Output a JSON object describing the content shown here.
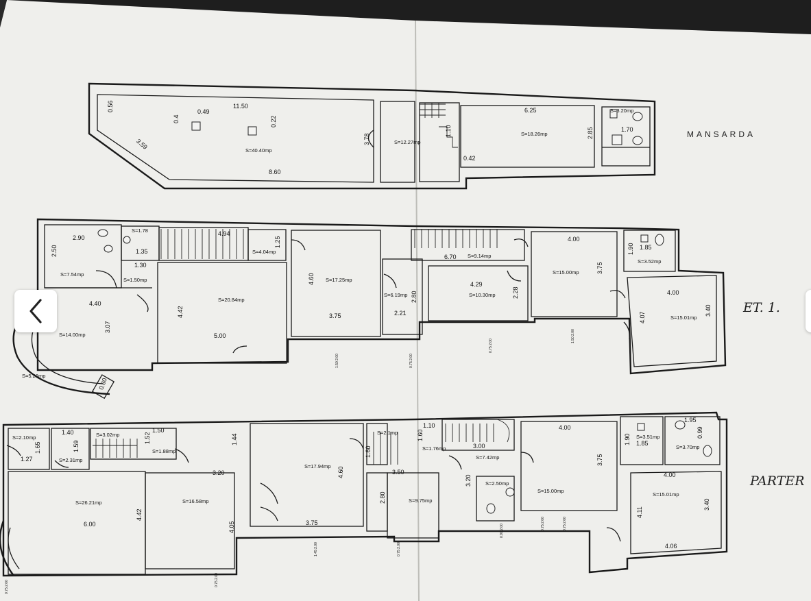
{
  "floors": {
    "mansarda": {
      "title": "MANSARDA",
      "areas": [
        "S=40.40mp",
        "S=12.27mp",
        "S=18.26mp",
        "S=3.20mp"
      ],
      "dims": [
        "11.50",
        "0.56",
        "0.49",
        "0.4",
        "0.22",
        "3.59",
        "8.60",
        "3.78",
        "1.10",
        "0.42",
        "6.25",
        "2.85",
        "1.70"
      ]
    },
    "et1": {
      "title": "ET. 1.",
      "areas": [
        "S=7.54mp",
        "S=1.78",
        "S=1.50mp",
        "S=20.84mp",
        "S=4.04mp",
        "S=17.25mp",
        "S=9.14mp",
        "S=6.19mp",
        "S=10.30mp",
        "S=15.00mp",
        "S=3.52mp",
        "S=15.01mp",
        "S=14.00mp",
        "S=5.26mp"
      ],
      "dims": [
        "2.90",
        "2.50",
        "1.35",
        "1.30",
        "4.94",
        "1.25",
        "4.40",
        "3.07",
        "4.42",
        "5.00",
        "4.60",
        "3.75",
        "2.21",
        "2.80",
        "6.70",
        "4.29",
        "2.28",
        "4.00",
        "3.75",
        "1.85",
        "1.90",
        "4.00",
        "4.07",
        "3.40",
        "0.80"
      ]
    },
    "parter": {
      "title": "PARTER",
      "areas": [
        "S=2.10mp",
        "S=2.31mp",
        "S=3.02mp",
        "S=1.88mp",
        "S=26.21mp",
        "S=16.58mp",
        "S=17.94mp",
        "S=2.1mp",
        "S=1.76mp",
        "S=7.42mp",
        "S=9.75mp",
        "S=2.50mp",
        "S=15.00mp",
        "S=3.51mp",
        "S=3.70mp",
        "S=15.01mp"
      ],
      "dims": [
        "1.40",
        "1.65",
        "1.27",
        "1.59",
        "1.52",
        "1.50",
        "1.44",
        "3.20",
        "6.00",
        "4.42",
        "4.05",
        "4.60",
        "3.75",
        "1.60",
        "1.60",
        "1.10",
        "3.00",
        "3.50",
        "2.80",
        "3.20",
        "4.00",
        "3.75",
        "1.90",
        "1.85",
        "1.95",
        "0.99",
        "4.00",
        "4.11",
        "3.40",
        "4.06"
      ]
    }
  },
  "nav": {
    "prev_icon": "chevron-left-icon",
    "next_icon": "chevron-right-icon"
  }
}
